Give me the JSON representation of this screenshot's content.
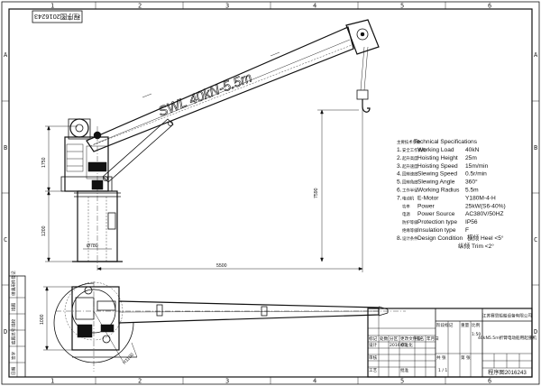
{
  "drawing_number": "程序图2016243",
  "column_numbers": [
    "1",
    "2",
    "3",
    "4",
    "5",
    "6"
  ],
  "row_letters": [
    "A",
    "B",
    "C",
    "D"
  ],
  "boom_label": "SWL 40kN-5.5m",
  "dimensions": {
    "pedestal_upper": "1750",
    "pedestal_lower": "1200",
    "jib_height": "7590",
    "radius": "5500",
    "base_diameter": "Ø780",
    "plan_width": "1000",
    "plan_arc": "R1100"
  },
  "spec_title_cn": "主要技术参数",
  "spec_title": "Technical Specifications",
  "specs": [
    {
      "no": "1.",
      "cn": "安全工作负荷",
      "label": "Working Load",
      "value": "40kN"
    },
    {
      "no": "2.",
      "cn": "起升高度",
      "label": "Hoisting Height",
      "value": "25m"
    },
    {
      "no": "3.",
      "cn": "起升速度",
      "label": "Hoisting Speed",
      "value": "15m/min"
    },
    {
      "no": "4.",
      "cn": "回转速度",
      "label": "Slewing Speed",
      "value": "0.5r/min"
    },
    {
      "no": "5.",
      "cn": "回转角度",
      "label": "Slewing Angle",
      "value": "360°"
    },
    {
      "no": "6.",
      "cn": "工作半径",
      "label": "Working Radius",
      "value": "5.5m"
    },
    {
      "no": "7.",
      "cn": "电动机",
      "label": "E-Motor",
      "value": "Y180M-4-H"
    },
    {
      "no": "",
      "cn": "功率",
      "label": "Power",
      "value": "25kW(S6-40%)"
    },
    {
      "no": "",
      "cn": "电源",
      "label": "Power Source",
      "value": "AC380V/50HZ"
    },
    {
      "no": "",
      "cn": "防护等级",
      "label": "Protection type",
      "value": "IP56"
    },
    {
      "no": "",
      "cn": "绝缘等级",
      "label": "Insulation type",
      "value": "F"
    },
    {
      "no": "8.",
      "cn": "设计条件",
      "label": "Design Condition",
      "value": "横倾 Heel <5°"
    },
    {
      "no": "",
      "cn": "",
      "label": "",
      "value": "纵倾 Trim <2°"
    }
  ],
  "title_block": {
    "company": "江苏赛思船舶设备有限公司",
    "product": "40kN5.5m折臂电动船用起重机",
    "drawing_no": "程序图2016243",
    "scale": "1:50",
    "sheet": "1 / 1",
    "labels": [
      "标记",
      "处数",
      "分区",
      "更改文件号",
      "签名",
      "年月日",
      "设计",
      "标准化",
      "审核",
      "工艺",
      "批准",
      "阶段标记",
      "重量",
      "比例",
      "共 张",
      "第 张"
    ],
    "revision_note": "2016.05"
  },
  "left_strip": [
    "借通用件登记",
    "描图",
    "描校",
    "底图总号",
    "签字",
    "日期"
  ]
}
